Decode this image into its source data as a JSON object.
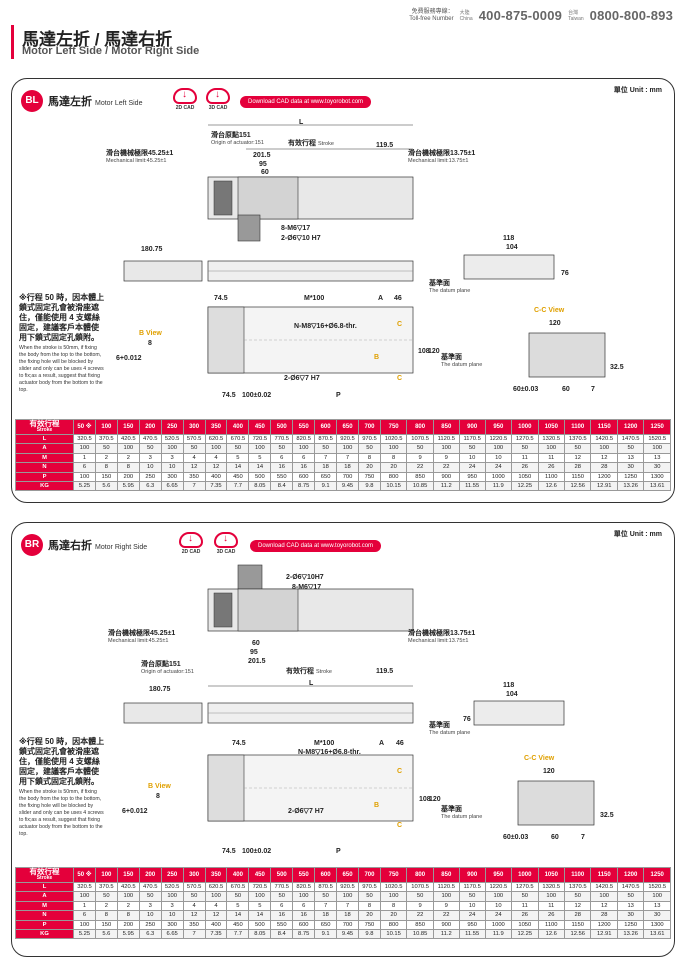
{
  "hotline": {
    "label_zh": "免費服務專線：",
    "label_en": "Toll-free Number",
    "china_zh": "大陸",
    "china_en": "China",
    "china_number": "400-875-0009",
    "taiwan_zh": "台灣",
    "taiwan_en": "Taiwan",
    "taiwan_number": "0800-800-893"
  },
  "page": {
    "title_zh": "馬達左折 / 馬達右折",
    "title_en": "Motor Left Side / Motor Right Side"
  },
  "common": {
    "unit": "單位 Unit : mm",
    "cad2d": "2D CAD",
    "cad3d": "3D CAD",
    "download": "Download CAD data at www.toyorobot.com"
  },
  "bl": {
    "badge": "BL",
    "title_zh": "馬達左折",
    "title_en": "Motor Left Side"
  },
  "br": {
    "badge": "BR",
    "title_zh": "馬達右折",
    "title_en": "Motor Right Side"
  },
  "drawing": {
    "L": "L",
    "origin_zh": "滑台原點151",
    "origin_en": "Origin of actuator:151",
    "stroke_zh": "有效行程",
    "stroke_en": "Stroke",
    "d119_5": "119.5",
    "d201_5": "201.5",
    "d95": "95",
    "d60": "60",
    "mech_left_zh": "滑台機械極限45.25±1",
    "mech_left_en": "Mechanical limit:45.25±1",
    "mech_right_zh": "滑台機械極限13.75±1",
    "mech_right_en": "Mechanical limit:13.75±1",
    "m6": "8-M6▽17",
    "hole10": "2-Ø6▽10 H7",
    "hole10_br": "2-Ø6▽10H7",
    "d180_75": "180.75",
    "d118": "118",
    "d104": "104",
    "d76": "76",
    "datum_zh": "基準面",
    "datum_en": "The datum plane",
    "d74_5": "74.5",
    "m100": "M*100",
    "a": "A",
    "d46": "46",
    "n_m8": "N-M8▽16+Ø6.8-thr.",
    "d108": "108",
    "d120": "120",
    "hole7": "2-Ø6▽7 H7",
    "d100": "100±0.02",
    "p": "P",
    "c": "C",
    "b": "B",
    "b_view": "B View",
    "d8": "8",
    "d6": "6+0.012",
    "cc_view": "C-C View",
    "d60_03": "60±0.03",
    "d60b": "60",
    "d7": "7",
    "d32_5": "32.5"
  },
  "note": {
    "zh": "※行程 50 時，因本體上鎖式固定孔會被滑座遮住，僅能使用 4 支螺絲固定，建議客戶本體使用下鎖式固定孔鎖附。",
    "en": "When the stroke is 50mm, if fixing the body from the top to the bottom, the fixing hole will be blocked by slider and only can be uses 4 screws to fix;as a result, suggest that fixing actuator body from the bottom to the top."
  },
  "table": {
    "header_zh": "有效行程",
    "header_en": "Stroke",
    "strokes": [
      "50 ※",
      "100",
      "150",
      "200",
      "250",
      "300",
      "350",
      "400",
      "450",
      "500",
      "550",
      "600",
      "650",
      "700",
      "750",
      "800",
      "850",
      "900",
      "950",
      "1000",
      "1050",
      "1100",
      "1150",
      "1200",
      "1250"
    ],
    "rows": [
      {
        "label": "L",
        "values": [
          "320.5",
          "370.5",
          "420.5",
          "470.5",
          "520.5",
          "570.5",
          "620.5",
          "670.5",
          "720.5",
          "770.5",
          "820.5",
          "870.5",
          "920.5",
          "970.5",
          "1020.5",
          "1070.5",
          "1120.5",
          "1170.5",
          "1220.5",
          "1270.5",
          "1320.5",
          "1370.5",
          "1420.5",
          "1470.5",
          "1520.5"
        ]
      },
      {
        "label": "A",
        "values": [
          "100",
          "50",
          "100",
          "50",
          "100",
          "50",
          "100",
          "50",
          "100",
          "50",
          "100",
          "50",
          "100",
          "50",
          "100",
          "50",
          "100",
          "50",
          "100",
          "50",
          "100",
          "50",
          "100",
          "50",
          "100"
        ]
      },
      {
        "label": "M",
        "values": [
          "1",
          "2",
          "2",
          "3",
          "3",
          "4",
          "4",
          "5",
          "5",
          "6",
          "6",
          "7",
          "7",
          "8",
          "8",
          "9",
          "9",
          "10",
          "10",
          "11",
          "11",
          "12",
          "12",
          "13",
          "13"
        ]
      },
      {
        "label": "N",
        "values": [
          "6",
          "8",
          "8",
          "10",
          "10",
          "12",
          "12",
          "14",
          "14",
          "16",
          "16",
          "18",
          "18",
          "20",
          "20",
          "22",
          "22",
          "24",
          "24",
          "26",
          "26",
          "28",
          "28",
          "30",
          "30"
        ]
      },
      {
        "label": "P",
        "values": [
          "100",
          "150",
          "200",
          "250",
          "300",
          "350",
          "400",
          "450",
          "500",
          "550",
          "600",
          "650",
          "700",
          "750",
          "800",
          "850",
          "900",
          "950",
          "1000",
          "1050",
          "1100",
          "1150",
          "1200",
          "1250",
          "1300"
        ]
      },
      {
        "label": "KG",
        "values": [
          "5.25",
          "5.6",
          "5.95",
          "6.3",
          "6.65",
          "7",
          "7.35",
          "7.7",
          "8.05",
          "8.4",
          "8.75",
          "9.1",
          "9.45",
          "9.8",
          "10.15",
          "10.85",
          "11.2",
          "11.55",
          "11.9",
          "12.25",
          "12.6",
          "12.56",
          "12.91",
          "13.26",
          "13.61"
        ]
      }
    ]
  }
}
